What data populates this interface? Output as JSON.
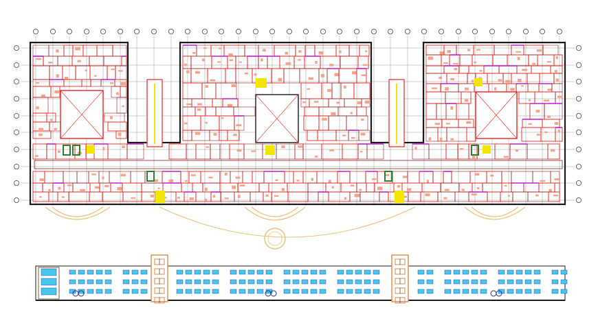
{
  "drawing": {
    "kind": "architectural CAD plan and elevation",
    "grid_bubble_count_top": 32,
    "grid_bubble_count_left": 10,
    "grid_bubble_count_right": 10,
    "courtyards": 3,
    "elevator_shafts": 2
  },
  "colors": {
    "background": "#ffffff",
    "gridline": "#9a9a9a",
    "wall": "#1a1a1a",
    "partition": "#8a1f1f",
    "room_red": "#e8231f",
    "furniture_fill": "#f4a48a",
    "magenta_accent": "#c21bd0",
    "yellow_core": "#f2e600",
    "green_shaft": "#2f7d2f",
    "arc_curve": "#e8c27a",
    "elevation_window": "#46c8ee",
    "elevation_frame": "#1b2b8a",
    "tower_orange": "#d9884a"
  }
}
